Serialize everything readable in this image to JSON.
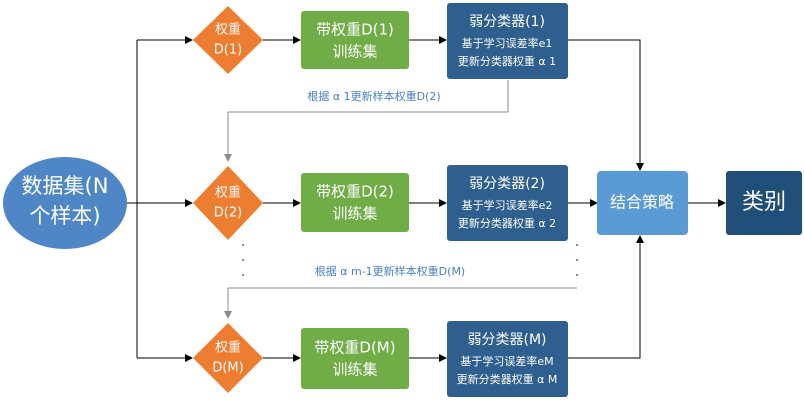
{
  "dataset": {
    "line1": "数据集(N",
    "line2": "个样本)"
  },
  "rows": [
    {
      "weight_title": "权重",
      "weight_sub": "D(1)",
      "train_line1": "带权重D(1)",
      "train_line2": "训练集",
      "clf_title": "弱分类器(1)",
      "clf_line1": "基于学习误差率e1",
      "clf_line2": "更新分类器权重 α 1"
    },
    {
      "weight_title": "权重",
      "weight_sub": "D(2)",
      "train_line1": "带权重D(2)",
      "train_line2": "训练集",
      "clf_title": "弱分类器(2)",
      "clf_line1": "基于学习误差率e2",
      "clf_line2": "更新分类器权重 α 2"
    },
    {
      "weight_title": "权重",
      "weight_sub": "D(M)",
      "train_line1": "带权重D(M)",
      "train_line2": "训练集",
      "clf_title": "弱分类器(M)",
      "clf_line1": "基于学习误差率eM",
      "clf_line2": "更新分类器权重 α M"
    }
  ],
  "notes": {
    "update_1": "根据 α 1更新样本权重D(2)",
    "update_m": "根据 α m-1更新样本权重D(M)"
  },
  "combine": "结合策略",
  "result": "类别",
  "colors": {
    "dataset": "#4f86c6",
    "weight": "#ed7d31",
    "train": "#70ad47",
    "classifier": "#2e5f8e",
    "combine": "#5b9bd5",
    "result": "#1f4e79",
    "note_text": "#4a7fc1"
  }
}
